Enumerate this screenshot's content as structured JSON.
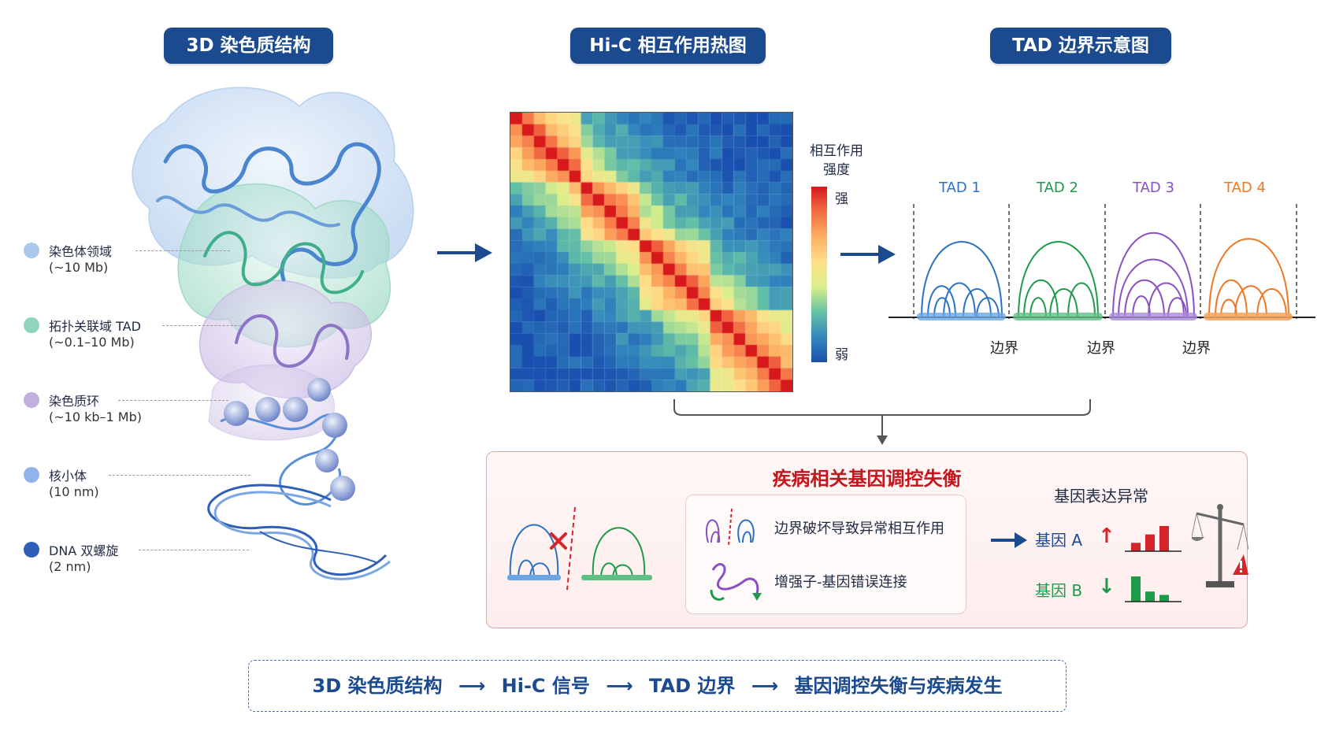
{
  "headers": {
    "chromatin": "3D 染色质结构",
    "hic": "Hi-C 相互作用热图",
    "tad": "TAD 边界示意图"
  },
  "legend": [
    {
      "name": "染色体领域",
      "size": "(~10 Mb)",
      "color": "#a9c8ea"
    },
    {
      "name": "拓扑关联域 TAD",
      "size": "(~0.1–10 Mb)",
      "color": "#8fd5bd"
    },
    {
      "name": "染色质环",
      "size": "(~10 kb–1 Mb)",
      "color": "#c2b1e0"
    },
    {
      "name": "核小体",
      "size": "(10 nm)",
      "color": "#8fb3ea"
    },
    {
      "name": "DNA 双螺旋",
      "size": "(2 nm)",
      "color": "#2f5fb6"
    }
  ],
  "colorbar": {
    "title_line1": "相互作用",
    "title_line2": "强度",
    "high": "强",
    "low": "弱"
  },
  "tads": [
    {
      "label": "TAD 1",
      "color": "#2a72c4"
    },
    {
      "label": "TAD 2",
      "color": "#1f9a4b"
    },
    {
      "label": "TAD 3",
      "color": "#8a4fc2"
    },
    {
      "label": "TAD 4",
      "color": "#ee7722"
    }
  ],
  "boundary_label": "边界",
  "disease": {
    "title": "疾病相关基因调控失衡",
    "mechanisms": [
      "边界破坏导致异常相互作用",
      "增强子-基因错误连接"
    ],
    "expression_title": "基因表达异常",
    "genes": [
      {
        "label": "基因 A",
        "direction": "↑",
        "color": "#d6252a",
        "bars": [
          1,
          2,
          3
        ]
      },
      {
        "label": "基因 B",
        "direction": "↓",
        "color": "#1f9a4b",
        "bars": [
          3,
          1.2,
          0.8
        ]
      }
    ]
  },
  "summary": [
    "3D 染色质结构",
    "Hi-C 信号",
    "TAD 边界",
    "基因调控失衡与疾病发生"
  ],
  "colors": {
    "header_bg": "#1b4a8f",
    "arrow": "#1b4a8f",
    "alert": "#c4161c"
  },
  "icons": [
    "right-arrow-icon",
    "down-arrow-icon",
    "cross-icon",
    "scale-icon",
    "warning-icon"
  ]
}
